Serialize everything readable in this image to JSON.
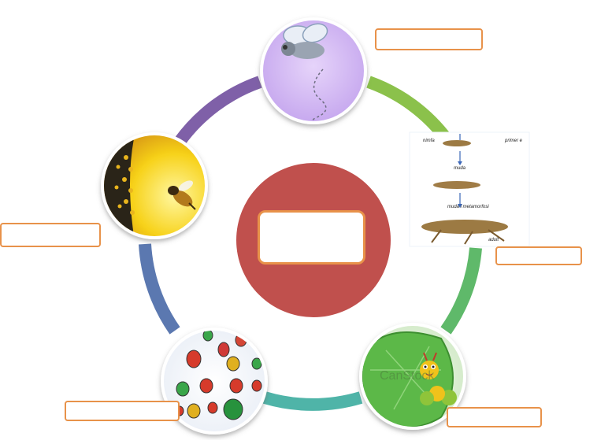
{
  "diagram": {
    "colors": {
      "ring_purple": "#7f60a8",
      "ring_green": "#8bc14b",
      "ring_green_dark": "#5fb96a",
      "ring_teal": "#4fb4a8",
      "ring_blue": "#5b78b0",
      "center_circle": "#c0504d",
      "box_border": "#e8924a"
    },
    "stages": [
      {
        "id": "fly",
        "icon": "fly-icon"
      },
      {
        "id": "grasshopper-metamorphosis",
        "icon": "grasshopper-icon",
        "captions": {
          "nymph": "nimfa",
          "molt1": "muda",
          "molt2": "muda i metamorfosi",
          "adult": "adult",
          "first": "primer e"
        }
      },
      {
        "id": "caterpillar",
        "icon": "caterpillar-icon",
        "watermark": "CanStock"
      },
      {
        "id": "beetles",
        "icon": "beetle-icon"
      },
      {
        "id": "bee-on-sunflower",
        "icon": "bee-icon"
      }
    ],
    "answer_boxes": [
      "",
      "",
      "",
      "",
      ""
    ],
    "center_box": ""
  }
}
